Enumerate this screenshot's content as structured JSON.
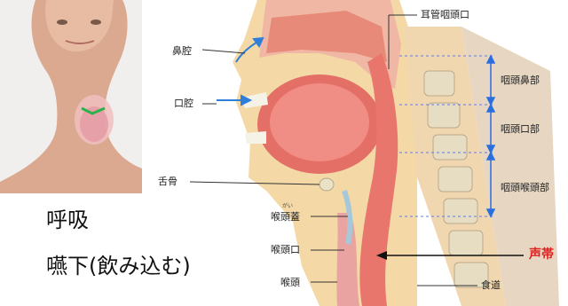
{
  "labels": {
    "nasal_cavity": "鼻腔",
    "oral_cavity": "口腔",
    "hyoid": "舌骨",
    "eustachian_opening": "耳管咽頭口",
    "nasopharynx": "咽頭鼻部",
    "oropharynx": "咽頭口部",
    "laryngopharynx": "咽頭喉頭部",
    "epiglottis": "喉頭蓋",
    "epiglottis_ruby": "がい",
    "laryngeal_inlet": "喉頭口",
    "larynx": "喉頭",
    "esophagus": "食道",
    "vocal_cords": "声帯"
  },
  "captions": {
    "breathing": "呼吸",
    "swallowing": "嚥下(飲み込む)"
  },
  "colors": {
    "tissue_pink": "#e87a72",
    "tissue_light": "#f4c2b6",
    "bone": "#e8e0c4",
    "arrow_blue": "#2f7fd8",
    "bracket_blue": "#2a6ee0",
    "red_text": "#e02020"
  }
}
